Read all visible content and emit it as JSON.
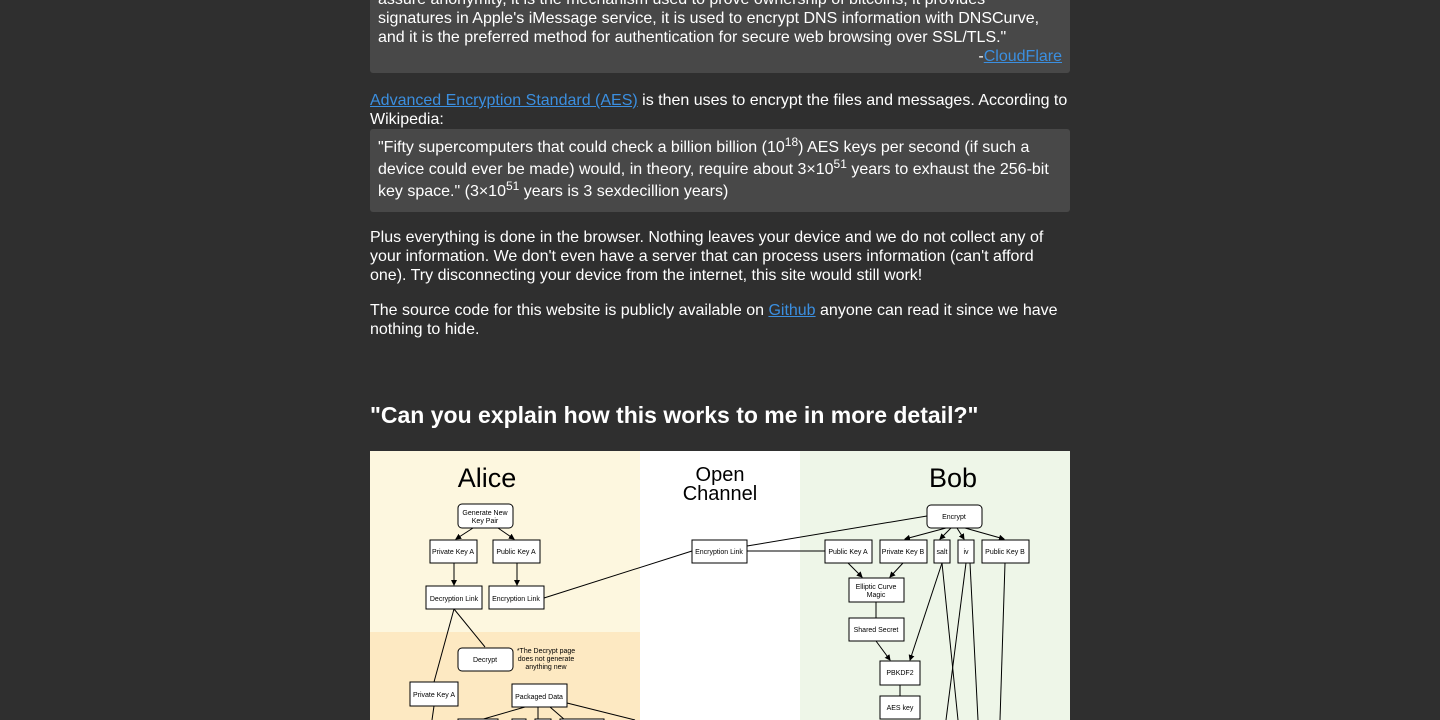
{
  "quote1": {
    "line1": "assure anonymity, it is the mechanism used to prove ownership of bitcoins, it provides",
    "line2": "signatures in Apple's iMessage service, it is used to encrypt DNS information with DNSCurve,",
    "line3": "and it is the preferred method for authentication for secure web browsing over SSL/TLS.\"",
    "credit_prefix": "-",
    "credit_link": "CloudFlare"
  },
  "para_aes": {
    "link": "Advanced Encryption Standard (AES)",
    "text": " is then uses to encrypt the files and messages. According to Wikipedia:"
  },
  "quote2": {
    "t1": "\"Fifty supercomputers that could check a billion billion (10",
    "s1": "18",
    "t2": ") AES keys per second (if such a device could ever be made) would, in theory, require about 3×10",
    "s2": "51",
    "t3": " years to exhaust the 256-bit key space.\" (3×10",
    "s3": "51",
    "t4": " years is 3 sexdecillion years)"
  },
  "para_browser": "Plus everything is done in the browser. Nothing leaves your device and we do not collect any of your information. We don't even have a server that can process users information (can't afford one). Try disconnecting your device from the internet, this site would still work!",
  "para_source": {
    "before": "The source code for this website is publicly available on ",
    "link": "Github",
    "after": " anyone can read it since we have nothing to hide."
  },
  "heading": "\"Can you explain how this works to me in more detail?\"",
  "diagram": {
    "colors": {
      "alice_bg": "#fdf7df",
      "alice_bg2": "#fde9c2",
      "open_bg": "#ffffff",
      "bob_bg": "#eef6e8"
    },
    "alice_title": "Alice",
    "open_title_1": "Open",
    "open_title_2": "Channel",
    "bob_title": "Bob",
    "alice_nodes": {
      "generate_1": "Generate New",
      "generate_2": "Key Pair",
      "private_key_a": "Private Key A",
      "public_key_a": "Public Key A",
      "decryption_link": "Decryption Link",
      "encryption_link": "Encryption Link",
      "decrypt": "Decrypt",
      "note_1": "*The Decrypt page",
      "note_2": "does not generate",
      "note_3": "anything new",
      "private_key_a_2": "Private Key A",
      "packaged_data": "Packaged Data"
    },
    "open_nodes": {
      "encryption_link": "Encryption Link"
    },
    "bob_nodes": {
      "encrypt": "Encrypt",
      "public_key_a": "Public Key A",
      "private_key_b": "Private Key B",
      "salt": "salt",
      "iv": "iv",
      "public_key_b": "Public Key B",
      "ecm_1": "Elliptic Curve",
      "ecm_2": "Magic",
      "shared_secret": "Shared Secret",
      "pbkdf2": "PBKDF2",
      "aes_key": "AES key"
    }
  }
}
